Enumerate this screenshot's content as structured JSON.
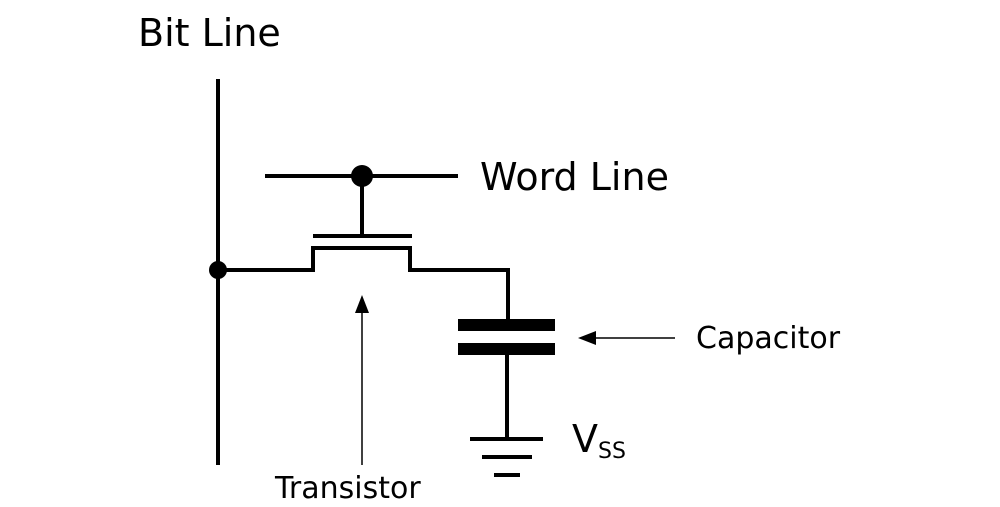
{
  "title": "DRAM 1T1C memory cell",
  "colors": {
    "line": "#000000",
    "background": "#ffffff"
  },
  "labels": {
    "bit_line": "Bit Line",
    "word_line": "Word Line",
    "capacitor": "Capacitor",
    "transistor": "Transistor",
    "vss_main": "V",
    "vss_sub": "SS"
  },
  "components": [
    {
      "type": "bit-line",
      "label": "Bit Line"
    },
    {
      "type": "word-line",
      "label": "Word Line"
    },
    {
      "type": "transistor",
      "label": "Transistor",
      "gate": "word-line",
      "source": "bit-line",
      "drain": "capacitor"
    },
    {
      "type": "capacitor",
      "label": "Capacitor"
    },
    {
      "type": "ground",
      "label": "VSS"
    }
  ]
}
